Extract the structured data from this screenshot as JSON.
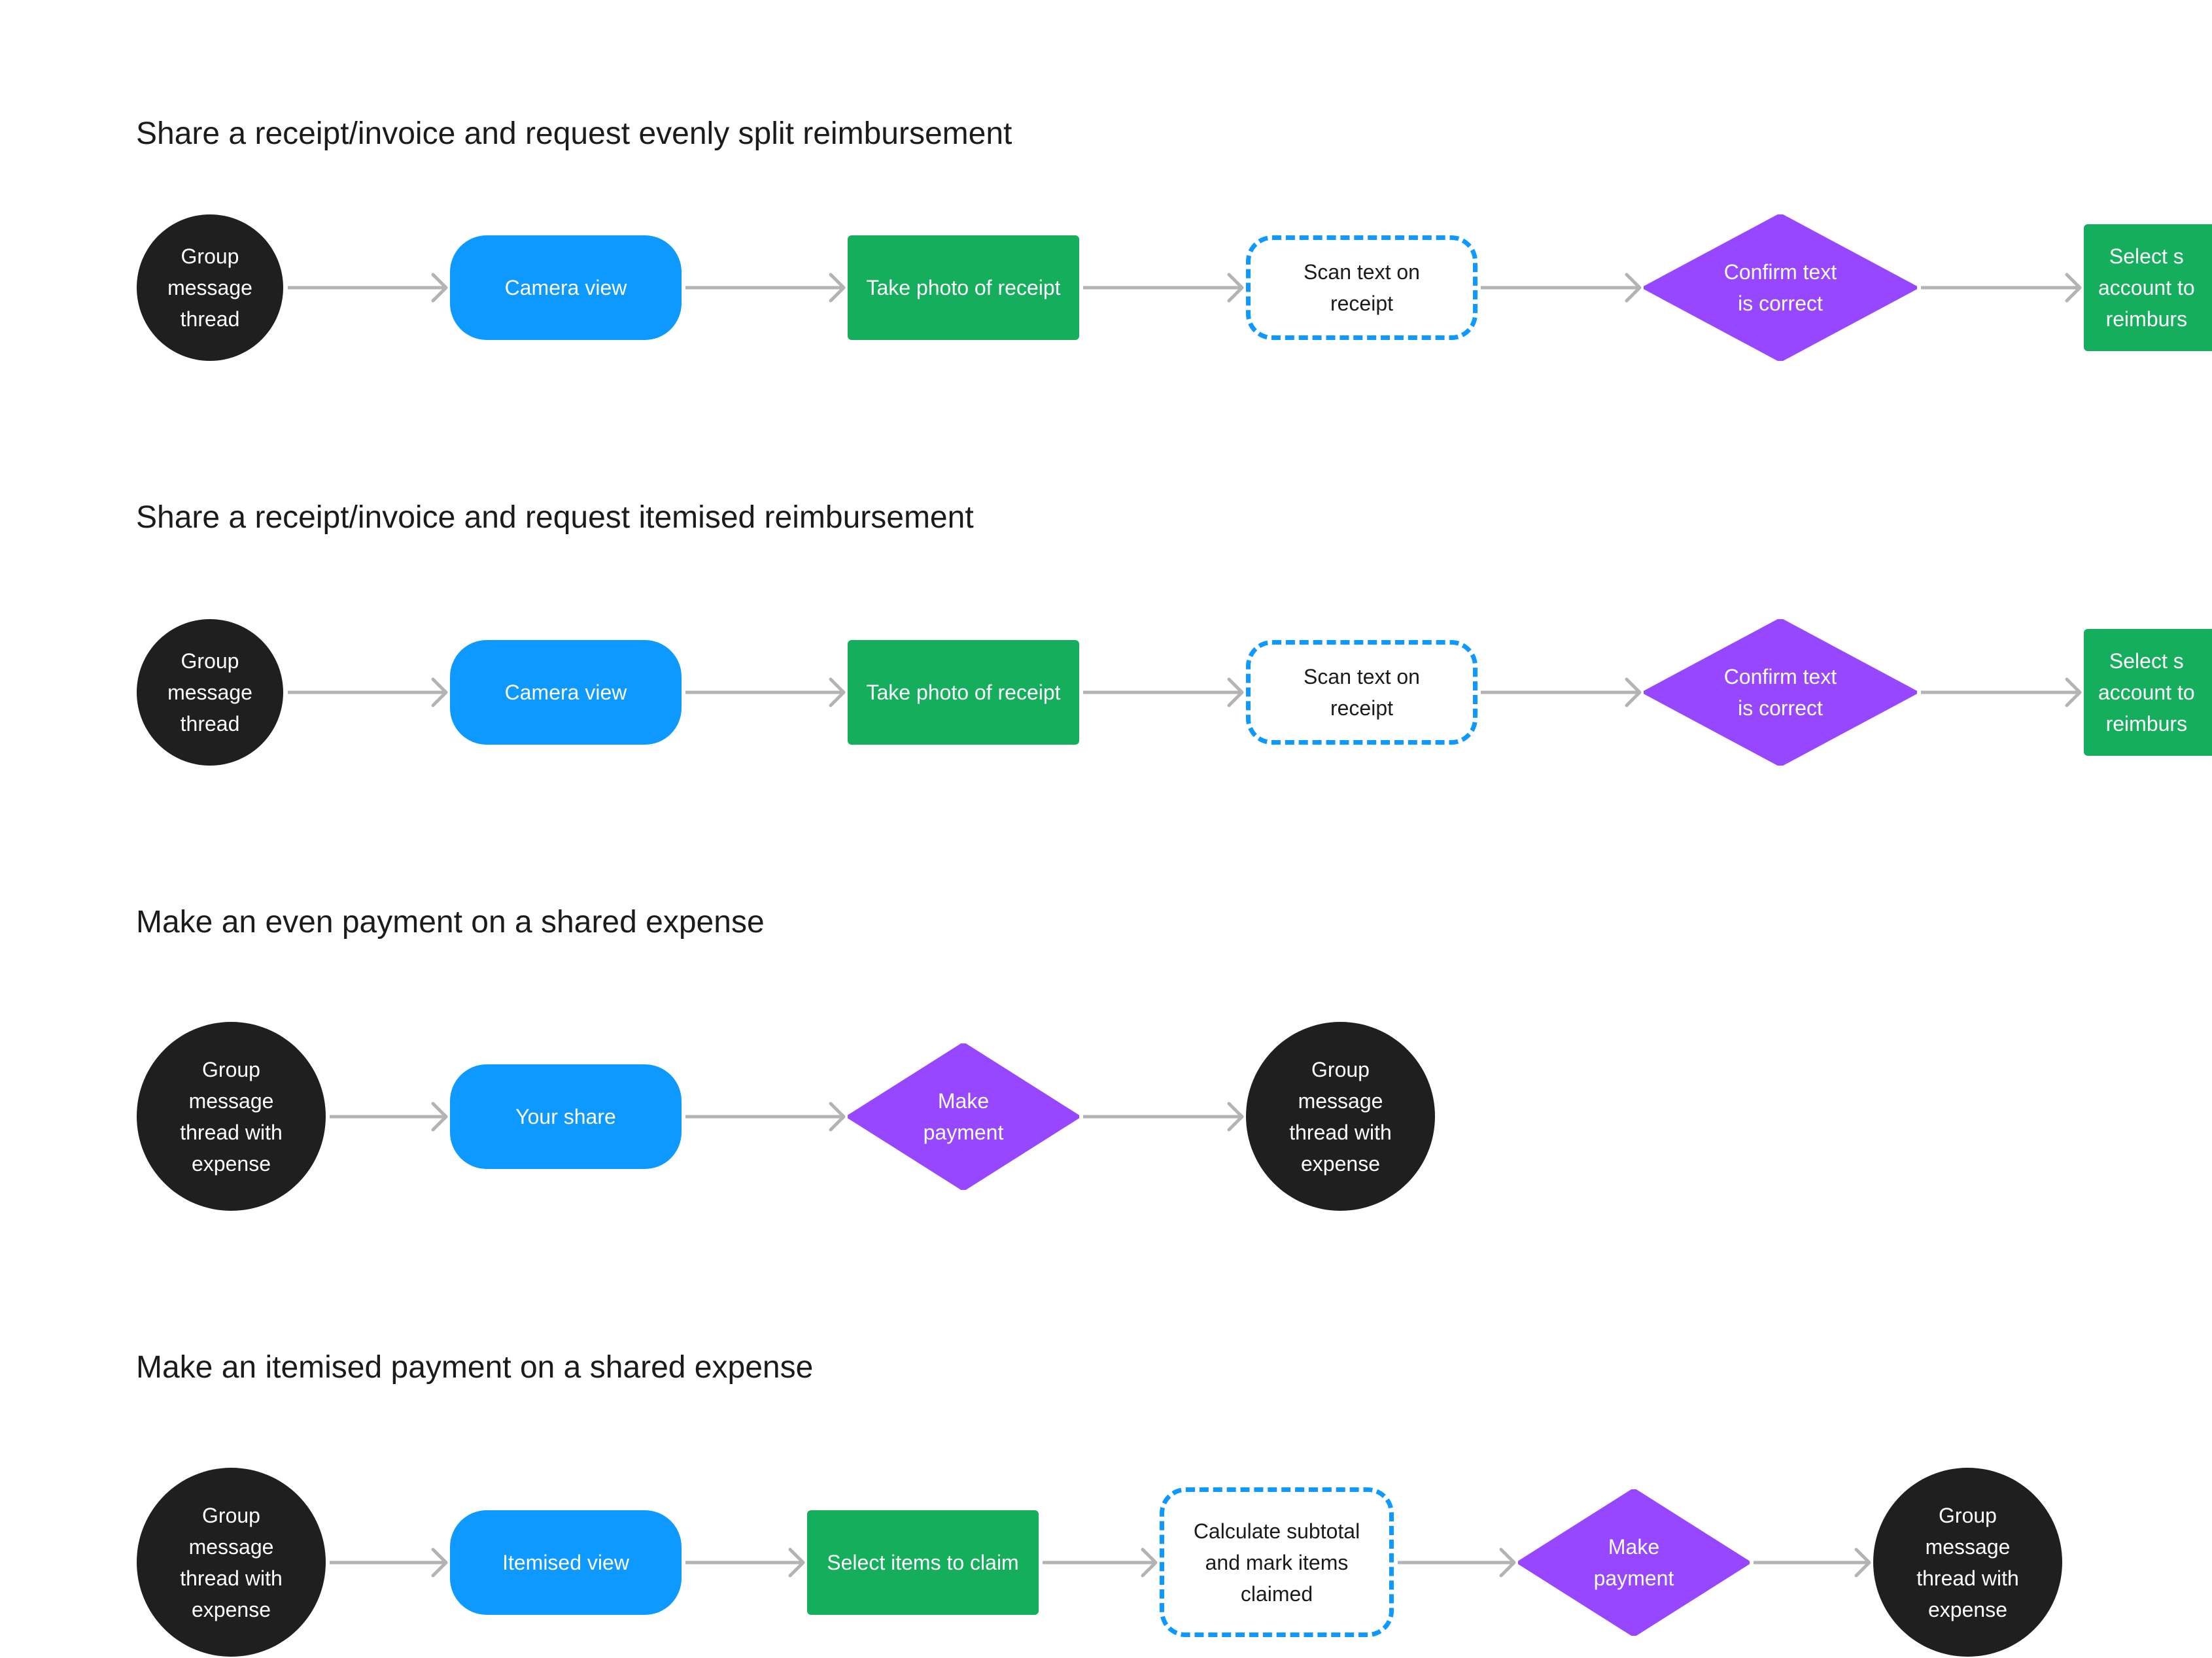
{
  "colors": {
    "start_end": "#1f1f1f",
    "view": "#0d99ff",
    "action": "#14ae5c",
    "system": "#0d99ff",
    "decision": "#9747ff",
    "arrow": "#b3b3b3"
  },
  "flows": [
    {
      "title": "Share a receipt/invoice and request evenly split reimbursement",
      "nodes": [
        {
          "shape": "circle",
          "text": "Group message thread"
        },
        {
          "shape": "pill",
          "text": "Camera view"
        },
        {
          "shape": "rect",
          "text": "Take photo of receipt"
        },
        {
          "shape": "dashed",
          "text": "Scan text on receipt"
        },
        {
          "shape": "diamond",
          "text": "Confirm text is correct"
        },
        {
          "shape": "rect",
          "text": "Select s account to reimburs"
        }
      ]
    },
    {
      "title": "Share a receipt/invoice and request itemised reimbursement",
      "nodes": [
        {
          "shape": "circle",
          "text": "Group message thread"
        },
        {
          "shape": "pill",
          "text": "Camera view"
        },
        {
          "shape": "rect",
          "text": "Take photo of receipt"
        },
        {
          "shape": "dashed",
          "text": "Scan text on receipt"
        },
        {
          "shape": "diamond",
          "text": "Confirm text is correct"
        },
        {
          "shape": "rect",
          "text": "Select s account to reimburs"
        }
      ]
    },
    {
      "title": "Make an even payment on a shared expense",
      "nodes": [
        {
          "shape": "circle",
          "text": "Group message thread with expense"
        },
        {
          "shape": "pill",
          "text": "Your share"
        },
        {
          "shape": "diamond",
          "text": "Make payment"
        },
        {
          "shape": "circle",
          "text": "Group message thread with expense"
        }
      ]
    },
    {
      "title": "Make an itemised payment on a shared expense",
      "nodes": [
        {
          "shape": "circle",
          "text": "Group message thread with expense"
        },
        {
          "shape": "pill",
          "text": "Itemised view"
        },
        {
          "shape": "rect",
          "text": "Select items to claim"
        },
        {
          "shape": "dashed",
          "text": "Calculate subtotal and mark items claimed"
        },
        {
          "shape": "diamond",
          "text": "Make payment"
        },
        {
          "shape": "circle",
          "text": "Group message thread with expense"
        }
      ]
    }
  ]
}
